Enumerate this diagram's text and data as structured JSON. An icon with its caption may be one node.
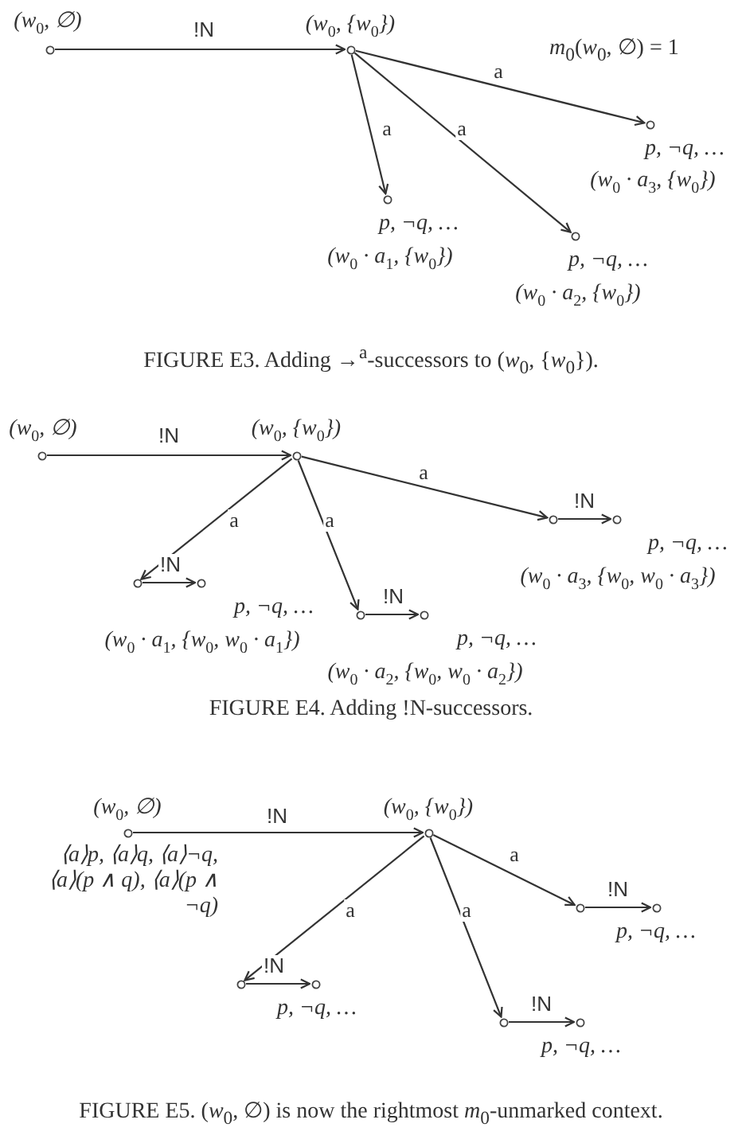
{
  "diagram": {
    "nodes": [
      {
        "text": [
          "(w$_{0}$, ∅)"
        ]
      },
      {
        "text": [
          "(w$_{0}$, {w$_{0}$})"
        ]
      },
      {
        "text": [
          "p, ¬q, …",
          "(w$_{0}$ · a$_{3}$, {w$_{0}$})"
        ]
      },
      {
        "text": [
          "p, ¬q, …",
          "(w$_{0}$ · a$_{1}$, {w$_{0}$})"
        ]
      },
      {
        "text": [
          "p, ¬q, …",
          "(w$_{0}$ · a$_{2}$, {w$_{0}$})"
        ]
      },
      {
        "text": [
          "(w$_{0}$, ∅)"
        ]
      },
      {
        "text": [
          "(w$_{0}$, {w$_{0}$})"
        ]
      },
      {
        "text": [
          "p, ¬q, …",
          "(w$_{0}$ · a$_{3}$, {w$_{0}$, w$_{0}$ · a$_{3}$})"
        ]
      },
      {
        "text": [],
        "shape": "circle"
      },
      {
        "text": [
          "p, ¬q, …",
          "(w$_{0}$ · a$_{1}$, {w$_{0}$, w$_{0}$ · a$_{1}$})"
        ]
      },
      {
        "text": [],
        "shape": "circle"
      },
      {
        "text": [
          "p, ¬q, …",
          "(w$_{0}$ · a$_{2}$, {w$_{0}$, w$_{0}$ · a$_{2}$})"
        ]
      },
      {
        "text": [],
        "shape": "circle"
      },
      {
        "text": [
          "(w$_{0}$, ∅)",
          "⟨a⟩p, ⟨a⟩q, ⟨a⟩¬q, ⟨a⟩(p ∧ q), ⟨a⟩(p ∧ ¬q)"
        ]
      },
      {
        "text": [
          "(w$_{0}$, {w$_{0}$})"
        ]
      },
      {
        "text": [
          "p, ¬q, …"
        ]
      },
      {
        "text": [],
        "shape": "circle"
      },
      {
        "text": [
          "p, ¬q, …"
        ]
      },
      {
        "text": [],
        "shape": "circle"
      },
      {
        "text": [
          "p, ¬q, …"
        ]
      },
      {
        "text": [],
        "shape": "circle"
      }
    ],
    "edges": [
      {
        "from": 0,
        "to": 1,
        "arrow": "to",
        "label": "!N"
      },
      {
        "from": 1,
        "to": 3,
        "arrow": "to",
        "label": "a"
      },
      {
        "from": 1,
        "to": 4,
        "arrow": "to",
        "label": "a"
      },
      {
        "from": 1,
        "to": 2,
        "arrow": "to",
        "label": "a"
      },
      {
        "from": 5,
        "to": 6,
        "arrow": "to",
        "label": "!N"
      },
      {
        "from": 6,
        "to": 7,
        "arrow": "to",
        "label": "a"
      },
      {
        "from": 7,
        "to": 8,
        "arrow": "to",
        "label": "!N"
      },
      {
        "from": 6,
        "to": 9,
        "arrow": "to",
        "label": "a"
      },
      {
        "from": 9,
        "to": 10,
        "arrow": "to",
        "label": "!N"
      },
      {
        "from": 6,
        "to": 11,
        "arrow": "to",
        "label": "a"
      },
      {
        "from": 11,
        "to": 12,
        "arrow": "to",
        "label": "!N"
      },
      {
        "from": 13,
        "to": 14,
        "arrow": "to",
        "label": "!N"
      },
      {
        "from": 14,
        "to": 15,
        "arrow": "to",
        "label": "a"
      },
      {
        "from": 15,
        "to": 16,
        "arrow": "to",
        "label": "!N"
      },
      {
        "from": 14,
        "to": 17,
        "arrow": "to",
        "label": "a"
      },
      {
        "from": 17,
        "to": 18,
        "arrow": "to",
        "label": "!N"
      },
      {
        "from": 14,
        "to": 19,
        "arrow": "to",
        "label": "a"
      },
      {
        "from": 19,
        "to": 20,
        "arrow": "to",
        "label": "!N"
      }
    ],
    "labels": [
      "*m*$_{0}$(*w*$_{0}$, ∅) = 1",
      "FIGURE E3.  Adding →$^{a}$-successors to (*w*$_{0}$, {*w*$_{0}$}).",
      "FIGURE E4.  Adding !N-successors.",
      "FIGURE E5.  (*w*$_{0}$, ∅) is now the rightmost *m*$_{0}$-unmarked context."
    ]
  }
}
